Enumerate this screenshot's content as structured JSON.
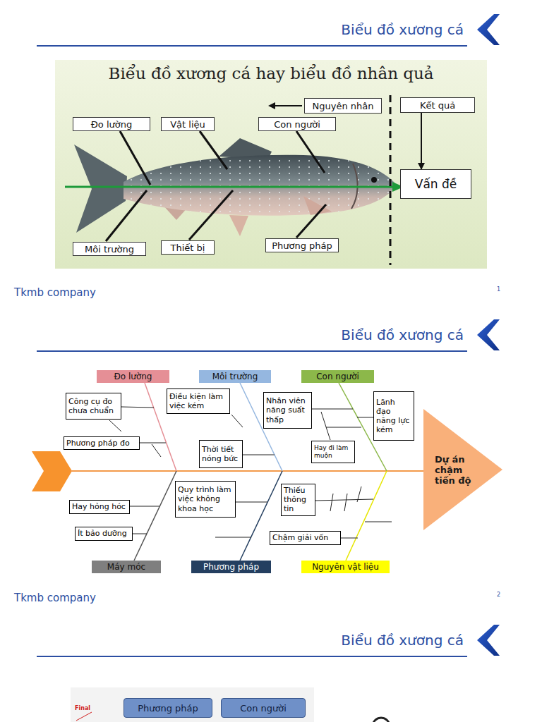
{
  "diagram": {
    "title": "Biểu đồ xương cá hay biểu đồ nhân quả",
    "nodes": [
      {
        "text": [
          "Đo lường"
        ]
      },
      {
        "text": [
          "Vật liệu"
        ]
      },
      {
        "text": [
          "Con người"
        ]
      },
      {
        "text": [
          "Nguyên nhân"
        ]
      },
      {
        "text": [
          "Kết quả"
        ]
      },
      {
        "text": [
          "Vấn đề"
        ]
      },
      {
        "text": [
          "Môi trường"
        ]
      },
      {
        "text": [
          "Thiết bị"
        ]
      },
      {
        "text": [
          "Phương pháp"
        ]
      },
      {
        "text": [
          "Đo lường"
        ]
      },
      {
        "text": [
          "Môi trường"
        ]
      },
      {
        "text": [
          "Con người"
        ]
      },
      {
        "text": [
          "Công cụ đo chưa chuẩn"
        ]
      },
      {
        "text": [
          "Điều kiện làm việc kém"
        ]
      },
      {
        "text": [
          "Nhân viên năng suất thấp"
        ]
      },
      {
        "text": [
          "Lãnh đạo năng lực kém"
        ]
      },
      {
        "text": [
          "Phương pháp đo"
        ]
      },
      {
        "text": [
          "Thời tiết nóng bức"
        ]
      },
      {
        "text": [
          "Hay đi làm muộn"
        ]
      },
      {
        "text": [
          "Dự án chậm tiến độ"
        ]
      },
      {
        "text": [
          "Quy trình làm việc không khoa học"
        ]
      },
      {
        "text": [
          "Thiếu thông tin"
        ]
      },
      {
        "text": [
          "Hay hỏng hóc"
        ]
      },
      {
        "text": [
          "Ít bảo dưỡng"
        ]
      },
      {
        "text": [
          "Chậm giải vốn"
        ]
      },
      {
        "text": [
          "Máy móc"
        ]
      },
      {
        "text": [
          "Phương pháp"
        ]
      },
      {
        "text": [
          "Nguyên vật liệu"
        ]
      },
      {
        "text": [
          "Phương pháp"
        ]
      },
      {
        "text": [
          "Con người"
        ]
      }
    ],
    "edges": [
      {
        "from": 4,
        "to": 5,
        "arrow": "to"
      }
    ],
    "labels": [
      "Biểu đồ xương cá",
      "Tkmb company",
      "1",
      "Biểu đồ xương cá",
      "Tkmb company",
      "2",
      "Biểu đồ xương cá",
      "Final"
    ]
  }
}
